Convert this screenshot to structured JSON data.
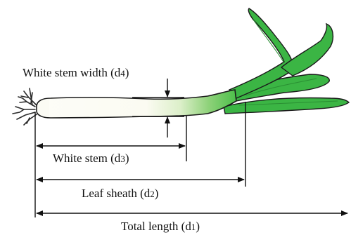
{
  "labels": {
    "white_stem_width": {
      "text": "White stem width (d",
      "sub": "4",
      "close": ")"
    },
    "white_stem": {
      "text": "White stem (d",
      "sub": "3",
      "close": ")"
    },
    "leaf_sheath": {
      "text": "Leaf sheath (d",
      "sub": "2",
      "close": ")"
    },
    "total_length": {
      "text": "Total length (d",
      "sub": "1",
      "close": ")"
    }
  },
  "colors": {
    "leaf_green": "#3bb544",
    "leaf_dark": "#2a8f33",
    "stem_white": "#fbfbf4",
    "outline": "#1a1a1a",
    "root": "#2b2b2b"
  }
}
